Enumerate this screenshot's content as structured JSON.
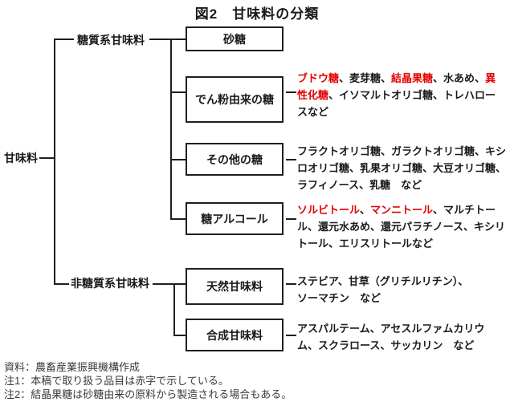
{
  "title": "図2　甘味料の分類",
  "colors": {
    "red": "#e50000",
    "line": "#1f1f1f"
  },
  "root": {
    "label": "甘味料"
  },
  "groups": [
    {
      "label": "糖質系甘味料"
    },
    {
      "label": "非糖質系甘味料"
    }
  ],
  "boxes": [
    {
      "label": "砂糖",
      "lines": []
    },
    {
      "label": "でん粉由来の糖",
      "lines": [
        [
          {
            "t": "ブドウ糖",
            "r": 1
          },
          {
            "t": "、麦芽糖、",
            "r": 0
          },
          {
            "t": "結晶果糖",
            "r": 1
          },
          {
            "t": "、水あめ、",
            "r": 0
          },
          {
            "t": "異",
            "r": 1
          }
        ],
        [
          {
            "t": "性化糖",
            "r": 1
          },
          {
            "t": "、イソマルトオリゴ糖、トレハロー",
            "r": 0
          }
        ],
        [
          {
            "t": "スなど",
            "r": 0
          }
        ]
      ]
    },
    {
      "label": "その他の糖",
      "lines": [
        [
          {
            "t": "フラクトオリゴ糖、ガラクトオリゴ糖、キシ",
            "r": 0
          }
        ],
        [
          {
            "t": "ロオリゴ糖、乳果オリゴ糖、大豆オリゴ糖、",
            "r": 0
          }
        ],
        [
          {
            "t": "ラフィノース、乳糖　など",
            "r": 0
          }
        ]
      ]
    },
    {
      "label": "糖アルコール",
      "lines": [
        [
          {
            "t": "ソルビトール",
            "r": 1
          },
          {
            "t": "、",
            "r": 0
          },
          {
            "t": "マンニトール",
            "r": 1
          },
          {
            "t": "、マルチトー",
            "r": 0
          }
        ],
        [
          {
            "t": "ル、還元水あめ、還元パラチノース、キシリ",
            "r": 0
          }
        ],
        [
          {
            "t": "トール、エリスリトールなど",
            "r": 0
          }
        ]
      ]
    },
    {
      "label": "天然甘味料",
      "lines": [
        [
          {
            "t": "ステビア、甘草（グリチルリチン）、",
            "r": 0
          }
        ],
        [
          {
            "t": "ソーマチン　など",
            "r": 0
          }
        ]
      ]
    },
    {
      "label": "合成甘味料",
      "lines": [
        [
          {
            "t": "アスパルテーム、アセスルファムカリウ",
            "r": 0
          }
        ],
        [
          {
            "t": "ム、スクラロース、サッカリン　など",
            "r": 0
          }
        ]
      ]
    }
  ],
  "footer": {
    "source": "資料：農畜産業振興機構作成",
    "note1": "注1：本稿で取り扱う品目は赤字で示している。",
    "note2": "注2：結晶果糖は砂糖由来の原料から製造される場合もある。"
  }
}
